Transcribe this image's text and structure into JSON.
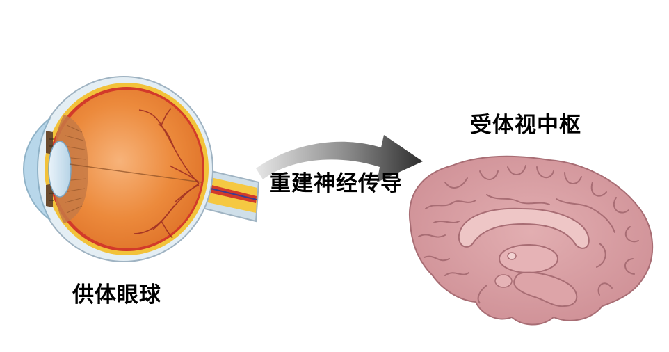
{
  "labels": {
    "donor_eye": "供体眼球",
    "nerve_reconstruction": "重建神经传导",
    "recipient_visual_center": "受体视中枢"
  },
  "colors": {
    "sclera_outer": "#e8f0f5",
    "sclera_edge": "#9fb3c2",
    "choroid": "#f2c23a",
    "retina_red": "#d23a2a",
    "vitreous": "#e97a2f",
    "vitreous_light": "#f6b07a",
    "lens": "#c9dff0",
    "iris": "#6b4b2e",
    "cornea": "#b8d7ea",
    "optic_nerve": "#f5c842",
    "brain_pink": "#d9a0a4",
    "brain_dark": "#b8797e",
    "brain_light": "#eec6c6",
    "arrow_dark": "#2f2f2f",
    "arrow_light": "#dcdcdc"
  }
}
